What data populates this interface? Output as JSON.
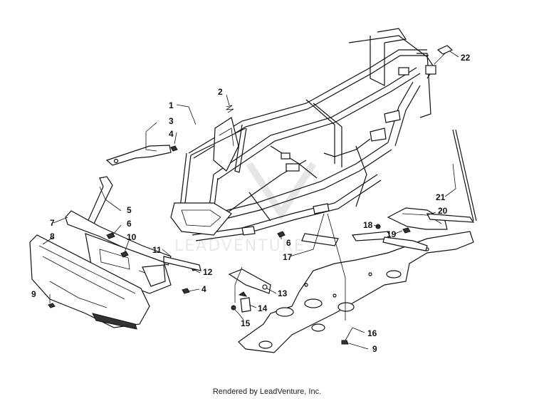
{
  "watermark": "LEADVENTURE",
  "footer": "Rendered by LeadVenture, Inc.",
  "callouts": {
    "c1": "1",
    "c2": "2",
    "c3": "3",
    "c4a": "4",
    "c4b": "4",
    "c5": "5",
    "c6a": "6",
    "c6b": "6",
    "c7": "7",
    "c8": "8",
    "c9a": "9",
    "c9b": "9",
    "c10": "10",
    "c11": "11",
    "c12": "12",
    "c13": "13",
    "c14": "14",
    "c15": "15",
    "c16": "16",
    "c17": "17",
    "c18": "18",
    "c19": "19",
    "c20": "20",
    "c21": "21",
    "c22": "22"
  }
}
